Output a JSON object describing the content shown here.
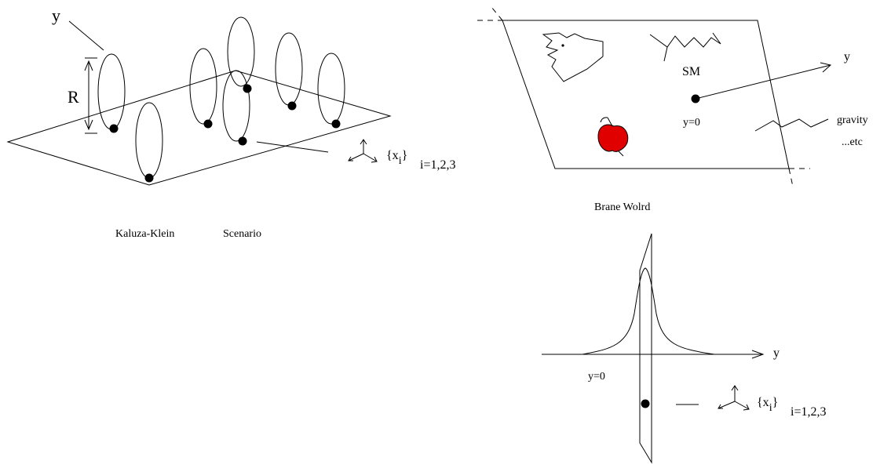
{
  "kk": {
    "y_label": "y",
    "r_label": "R",
    "caption_left": "Kaluza-Klein",
    "caption_right": "Scenario",
    "coord_label": "{x",
    "coord_sub": "i",
    "coord_close": "}",
    "coord_range": "i=1,2,3"
  },
  "brane": {
    "y_label": "y",
    "sm_label": "SM",
    "y0_label": "y=0",
    "gravity_label": "gravity",
    "etc_label": "...etc",
    "caption": "Brane Wolrd",
    "apple_color": "#e00000"
  },
  "profile": {
    "y_label": "y",
    "y0_label": "y=0",
    "coord_label": "{x",
    "coord_sub": "i",
    "coord_close": "}",
    "coord_range": "i=1,2,3"
  }
}
